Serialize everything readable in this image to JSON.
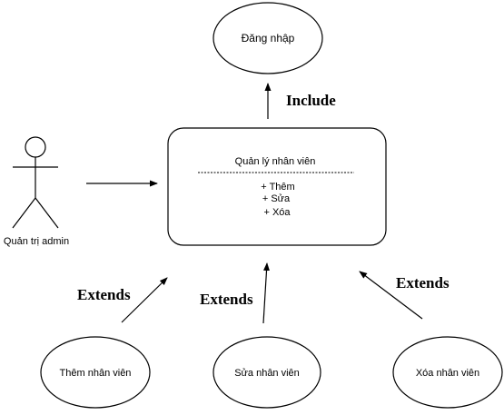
{
  "actor": {
    "label": "Quản trị admin",
    "icon": "stick-figure-actor-icon"
  },
  "usecases": {
    "login": "Đăng nhập",
    "manage": {
      "title": "Quản lý nhân viên",
      "operations": [
        "+ Thêm",
        "+ Sửa",
        "+ Xóa"
      ]
    },
    "add": "Thêm nhân viên",
    "edit": "Sửa nhân viên",
    "delete": "Xóa nhân viên"
  },
  "relations": {
    "include": "Include",
    "extends_add": "Extends",
    "extends_edit": "Extends",
    "extends_delete": "Extends"
  }
}
